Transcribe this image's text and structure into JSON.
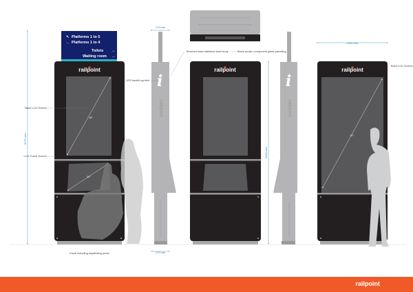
{
  "brand": {
    "name": "railpoint",
    "accent": "#f05a28",
    "sign_blue": "#13206b",
    "cabinet": "#231f20"
  },
  "sign": {
    "lines": [
      "Platforms 1 to 5",
      "Platforms 1 to 4",
      "Toilets",
      "Waiting room"
    ]
  },
  "labels": {
    "led_symbol": "LED backlit symbol",
    "steel_body": "Brushed base stainless steel body",
    "acrylic": "Black acrylic component glass panelling",
    "back_lcd_left": "Back LCD Screen",
    "touch_lcd": "LCD Touch Screen",
    "back_lcd_right": "Back LCD Screen",
    "caption": "Kiosk including wayfinding panel",
    "info_symbol": "i"
  },
  "dimensions": {
    "side_width_top": "170 mm",
    "side_width_bottom": "170 mm",
    "total_height": "2275 mm",
    "kiosk_height": "2050 mm",
    "back_width": "1000 mm",
    "diag_top": "46\"",
    "diag_touch": "32\"",
    "diag_back": "70\""
  },
  "footer": {
    "logo": "railpoint"
  }
}
